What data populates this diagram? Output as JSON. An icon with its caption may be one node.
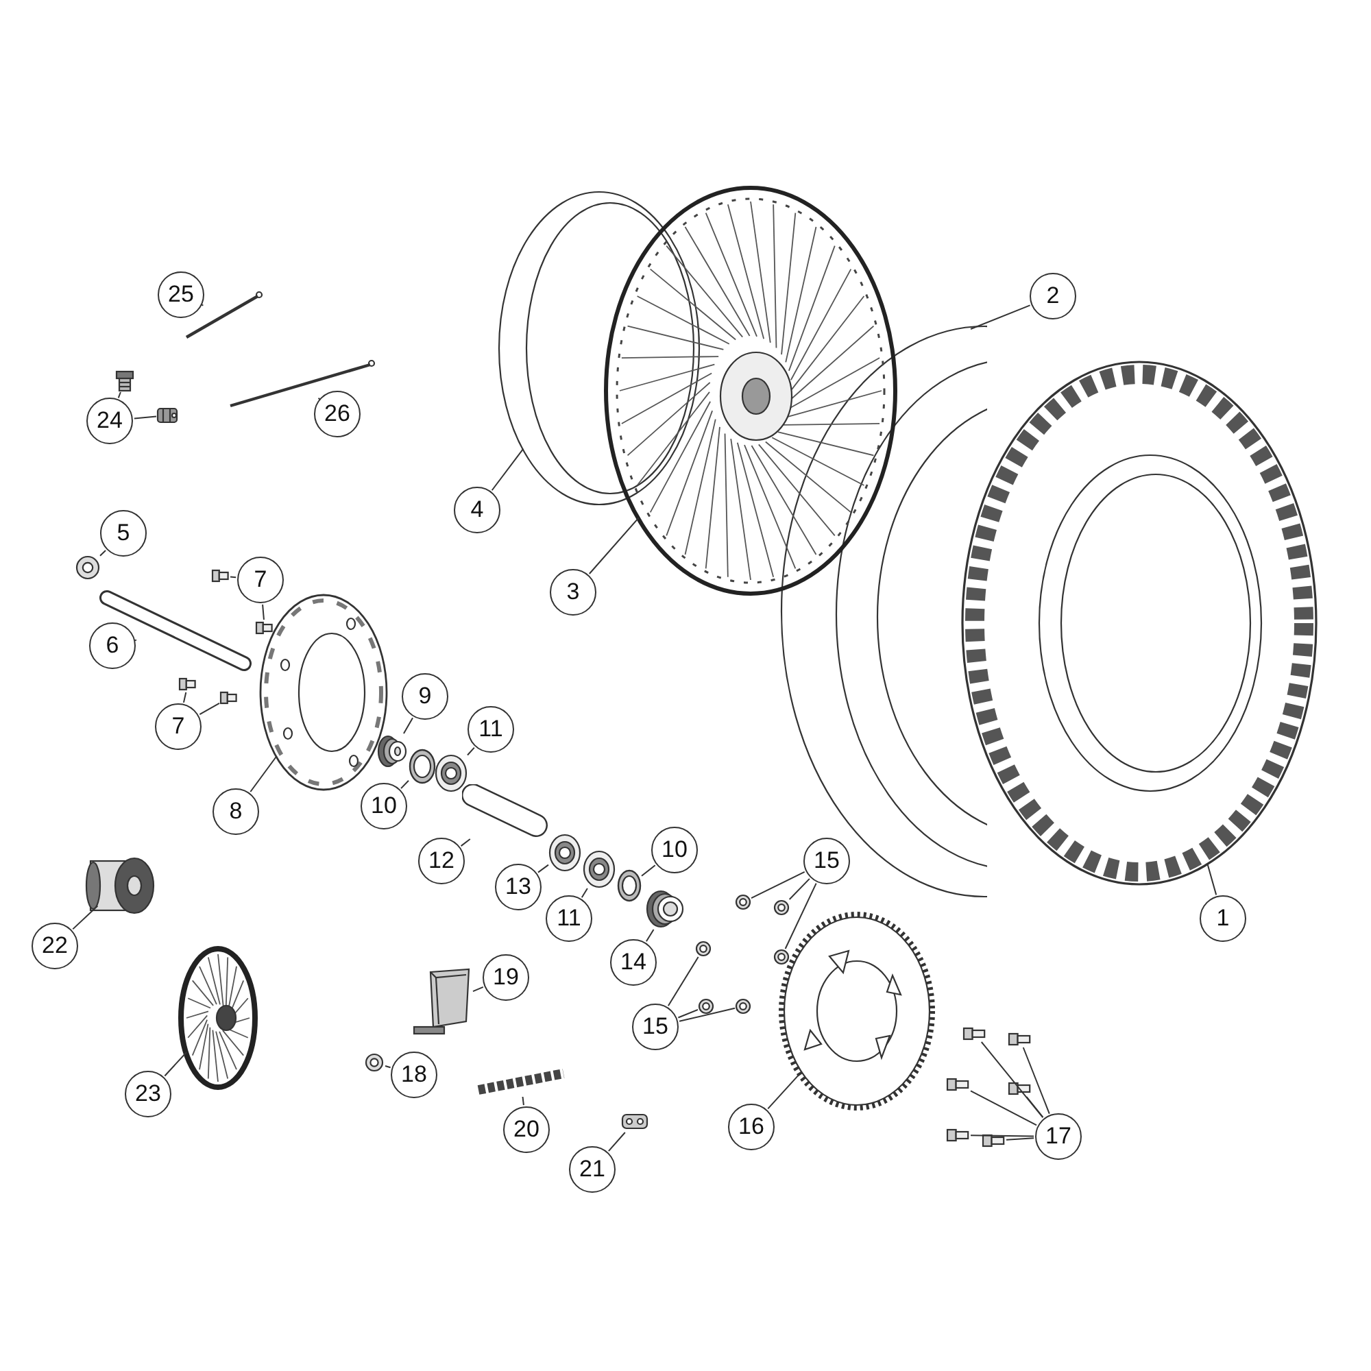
{
  "diagram": {
    "nodes": [
      {
        "text": [
          "25"
        ]
      },
      {
        "text": [
          "24"
        ]
      },
      {
        "text": [
          "26"
        ]
      },
      {
        "text": [
          "2"
        ]
      },
      {
        "text": [
          "4"
        ]
      },
      {
        "text": [
          "3"
        ]
      },
      {
        "text": [
          "5"
        ]
      },
      {
        "text": [
          "7"
        ]
      },
      {
        "text": [
          "6"
        ]
      },
      {
        "text": [
          "9"
        ]
      },
      {
        "text": [
          "7"
        ]
      },
      {
        "text": [
          "11"
        ]
      },
      {
        "text": [
          "8"
        ]
      },
      {
        "text": [
          "10"
        ]
      },
      {
        "text": [
          "12"
        ]
      },
      {
        "text": [
          "1"
        ]
      },
      {
        "text": [
          "15"
        ]
      },
      {
        "text": [
          "10"
        ]
      },
      {
        "text": [
          "13"
        ]
      },
      {
        "text": [
          "11"
        ]
      },
      {
        "text": [
          "22"
        ]
      },
      {
        "text": [
          "14"
        ]
      },
      {
        "text": [
          "19"
        ]
      },
      {
        "text": [
          "15"
        ]
      },
      {
        "text": [
          "23"
        ]
      },
      {
        "text": [
          "18"
        ]
      },
      {
        "text": [
          "16"
        ]
      },
      {
        "text": [
          "20"
        ]
      },
      {
        "text": [
          "17"
        ]
      },
      {
        "text": [
          "21"
        ]
      },
      {
        "text": [],
        "shape": "picture"
      },
      {
        "text": [],
        "shape": "picture"
      },
      {
        "text": [],
        "shape": "picture"
      },
      {
        "text": [],
        "shape": "picture"
      },
      {
        "text": [],
        "shape": "picture"
      },
      {
        "text": [],
        "shape": "picture"
      },
      {
        "text": [],
        "shape": "picture"
      },
      {
        "text": [],
        "shape": "picture"
      },
      {
        "text": [],
        "shape": "picture"
      },
      {
        "text": [],
        "shape": "picture"
      },
      {
        "text": [],
        "shape": "picture"
      },
      {
        "text": [],
        "shape": "picture"
      },
      {
        "text": [],
        "shape": "picture"
      },
      {
        "text": [],
        "shape": "picture"
      },
      {
        "text": [],
        "shape": "picture"
      },
      {
        "text": [],
        "shape": "picture"
      },
      {
        "text": [],
        "shape": "picture"
      },
      {
        "text": [],
        "shape": "picture"
      },
      {
        "text": [],
        "shape": "picture"
      },
      {
        "text": [],
        "shape": "picture"
      },
      {
        "text": [],
        "shape": "picture"
      },
      {
        "text": [],
        "shape": "picture"
      },
      {
        "text": [],
        "shape": "picture"
      },
      {
        "text": [],
        "shape": "picture"
      },
      {
        "text": [],
        "shape": "picture"
      },
      {
        "text": [],
        "shape": "picture"
      },
      {
        "text": [],
        "shape": "picture"
      },
      {
        "text": [],
        "shape": "picture"
      },
      {
        "text": [],
        "shape": "picture"
      },
      {
        "text": [],
        "shape": "picture"
      },
      {
        "text": [],
        "shape": "picture"
      },
      {
        "text": [],
        "shape": "picture"
      },
      {
        "text": [],
        "shape": "picture"
      },
      {
        "text": [],
        "shape": "picture"
      },
      {
        "text": [],
        "shape": "picture"
      },
      {
        "text": [],
        "shape": "picture"
      },
      {
        "text": [],
        "shape": "picture"
      },
      {
        "text": [],
        "shape": "picture"
      },
      {
        "text": [],
        "shape": "picture"
      },
      {
        "text": [],
        "shape": "picture"
      },
      {
        "text": [],
        "shape": "picture"
      },
      {
        "text": [],
        "shape": "picture"
      }
    ],
    "edges": [
      {
        "from": 0,
        "to": 30,
        "arrow": "none"
      },
      {
        "from": 1,
        "to": 31,
        "arrow": "none"
      },
      {
        "from": 1,
        "to": 32,
        "arrow": "none"
      },
      {
        "from": 2,
        "to": 33,
        "arrow": "none"
      },
      {
        "from": 3,
        "to": 34,
        "arrow": "none"
      },
      {
        "from": 4,
        "to": 35,
        "arrow": "none"
      },
      {
        "from": 5,
        "to": 36,
        "arrow": "none"
      },
      {
        "from": 15,
        "to": 37,
        "arrow": "none"
      },
      {
        "from": 6,
        "to": 38,
        "arrow": "none"
      },
      {
        "from": 8,
        "to": 39,
        "arrow": "none"
      },
      {
        "from": 7,
        "to": 40,
        "arrow": "none"
      },
      {
        "from": 7,
        "to": 41,
        "arrow": "none"
      },
      {
        "from": 10,
        "to": 42,
        "arrow": "none"
      },
      {
        "from": 10,
        "to": 43,
        "arrow": "none"
      },
      {
        "from": 12,
        "to": 44,
        "arrow": "none"
      },
      {
        "from": 9,
        "to": 45,
        "arrow": "none"
      },
      {
        "from": 13,
        "to": 46,
        "arrow": "none"
      },
      {
        "from": 11,
        "to": 47,
        "arrow": "none"
      },
      {
        "from": 14,
        "to": 48,
        "arrow": "none"
      },
      {
        "from": 18,
        "to": 49,
        "arrow": "none"
      },
      {
        "from": 19,
        "to": 50,
        "arrow": "none"
      },
      {
        "from": 17,
        "to": 51,
        "arrow": "none"
      },
      {
        "from": 21,
        "to": 52,
        "arrow": "none"
      },
      {
        "from": 16,
        "to": 53,
        "arrow": "none"
      },
      {
        "from": 16,
        "to": 54,
        "arrow": "none"
      },
      {
        "from": 16,
        "to": 55,
        "arrow": "none"
      },
      {
        "from": 23,
        "to": 56,
        "arrow": "none"
      },
      {
        "from": 23,
        "to": 57,
        "arrow": "none"
      },
      {
        "from": 23,
        "to": 58,
        "arrow": "none"
      },
      {
        "from": 26,
        "to": 59,
        "arrow": "none"
      },
      {
        "from": 28,
        "to": 60,
        "arrow": "none"
      },
      {
        "from": 28,
        "to": 61,
        "arrow": "none"
      },
      {
        "from": 28,
        "to": 62,
        "arrow": "none"
      },
      {
        "from": 28,
        "to": 63,
        "arrow": "none"
      },
      {
        "from": 28,
        "to": 64,
        "arrow": "none"
      },
      {
        "from": 28,
        "to": 65,
        "arrow": "none"
      },
      {
        "from": 25,
        "to": 66,
        "arrow": "none"
      },
      {
        "from": 22,
        "to": 67,
        "arrow": "none"
      },
      {
        "from": 27,
        "to": 68,
        "arrow": "none"
      },
      {
        "from": 29,
        "to": 69,
        "arrow": "none"
      },
      {
        "from": 20,
        "to": 70,
        "arrow": "none"
      },
      {
        "from": 24,
        "to": 71,
        "arrow": "none"
      }
    ]
  }
}
